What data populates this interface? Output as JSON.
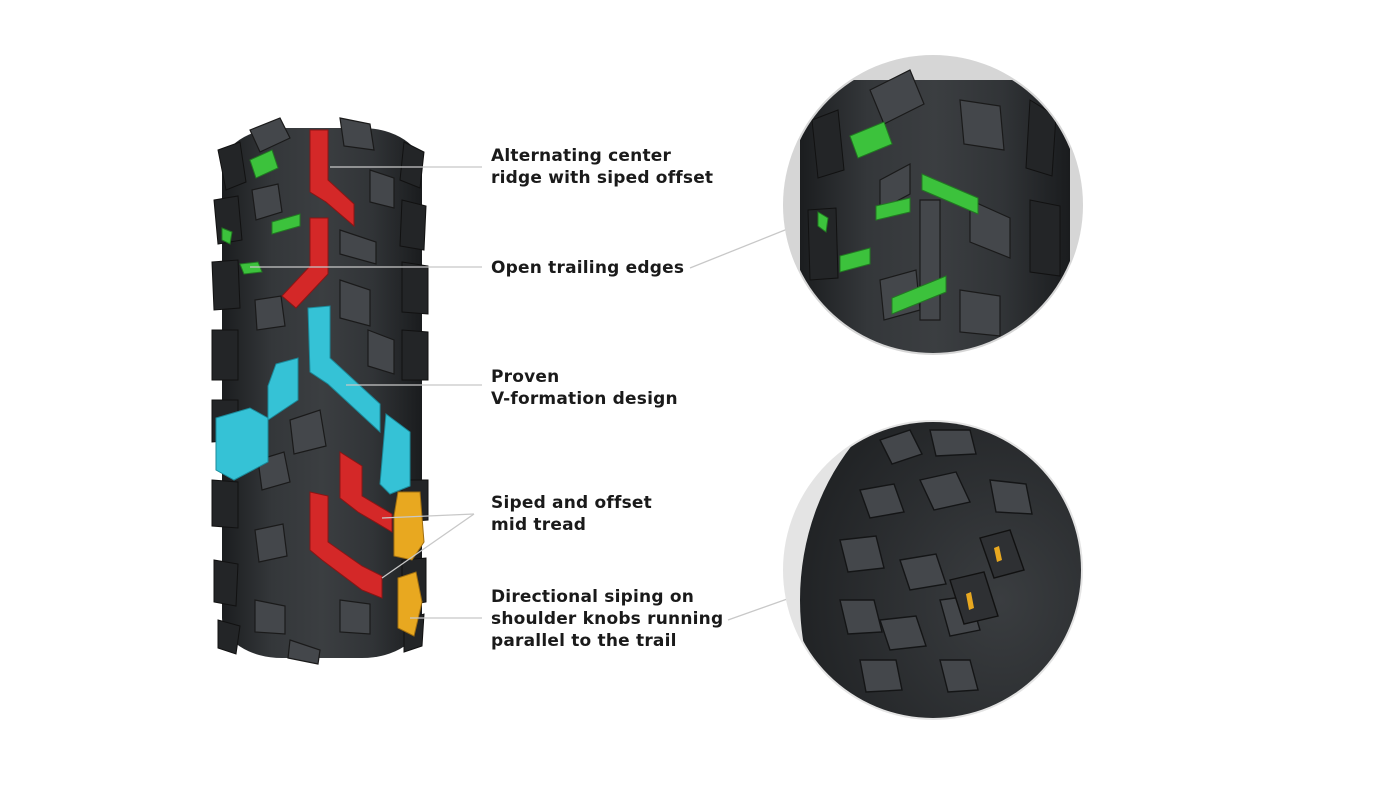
{
  "callouts": [
    {
      "id": "center-ridge",
      "lines": [
        "Alternating center",
        "ridge with siped offset"
      ],
      "color": "#d42828"
    },
    {
      "id": "trailing-edges",
      "lines": [
        "Open trailing edges"
      ],
      "color": "#3cc23c"
    },
    {
      "id": "v-formation",
      "lines": [
        "Proven",
        "V-formation design"
      ],
      "color": "#35c2d6"
    },
    {
      "id": "mid-tread",
      "lines": [
        "Siped and offset",
        "mid tread"
      ],
      "color": "#d42828"
    },
    {
      "id": "directional-siping",
      "lines": [
        "Directional siping on",
        "shoulder knobs running",
        "parallel to the trail"
      ],
      "color": "#e8a820"
    }
  ],
  "colors": {
    "rubber": "#2a2c2e",
    "knob": "#3a3d40",
    "knob_dark": "#1e2022",
    "leader": "#c8c8c8",
    "zoom_bg": "#d6d6d6",
    "red": "#d42828",
    "green": "#3cc23c",
    "cyan": "#35c2d6",
    "orange": "#e8a820"
  }
}
